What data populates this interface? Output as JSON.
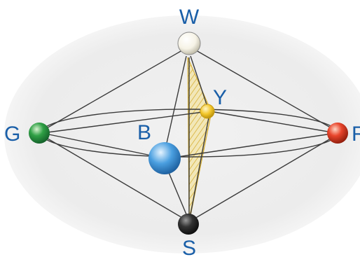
{
  "diagram": {
    "labels": {
      "top": "W",
      "bottom": "S",
      "left": "G",
      "right": "R",
      "front": "B",
      "back": "Y"
    },
    "colors": {
      "label": "#1a5fa8",
      "edge": "#3a3a3a",
      "white_node": "#f6f3e6",
      "black_node": "#2a2a2a",
      "green_node": "#2fa045",
      "red_node": "#e8452c",
      "blue_node": "#4a9fe0",
      "yellow_node": "#f2c62a",
      "yellow_plane": "#e9c84a",
      "background": "#efefef"
    }
  }
}
